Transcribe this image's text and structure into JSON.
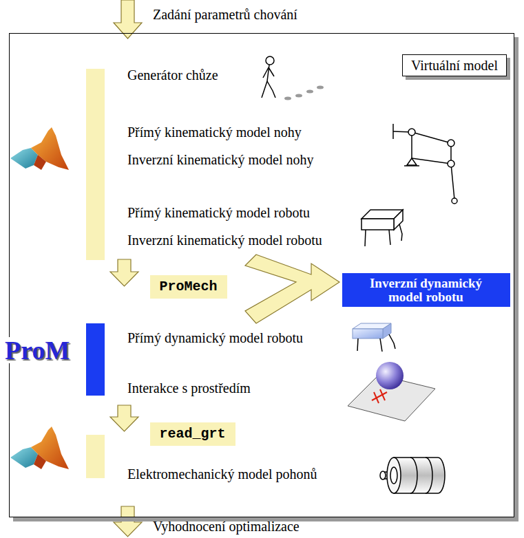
{
  "diagram": {
    "nodes": [
      {
        "text": [
          "Virtuální model"
        ]
      },
      {
        "text": [
          "ProMech"
        ],
        "in": 0
      },
      {
        "text": [
          "Inverzní dynamický model robotu"
        ],
        "in": 0
      },
      {
        "text": [
          "read_grt"
        ],
        "in": 0
      }
    ],
    "labels": [
      "Zadání parametrů chování",
      "Generátor chůze",
      "Přímý kinematický model nohy",
      "Inverzní kinematický model nohy",
      "Přímý kinematický model robotu",
      "Inverzní kinematický model robotu",
      "ProM",
      "Přímý dynamický model robotu",
      "Interakce s prostředím",
      "Elektromechanický model pohonů",
      "Vyhodnocení optimalizace"
    ]
  }
}
